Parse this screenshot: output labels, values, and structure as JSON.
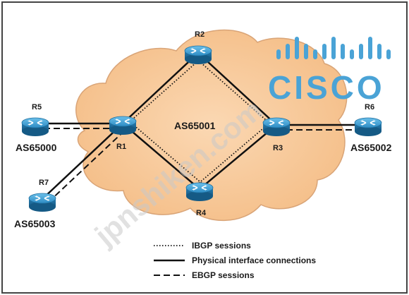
{
  "colors": {
    "cloud_fill": "#f8c99c",
    "cloud_stroke": "#d9a477",
    "router_fill": "#3a9ad0",
    "router_dark": "#1e6f9f",
    "cisco_blue": "#4aa3d6",
    "border": "#555555"
  },
  "routers": {
    "r1": {
      "name": "R1"
    },
    "r2": {
      "name": "R2"
    },
    "r3": {
      "name": "R3"
    },
    "r4": {
      "name": "R4"
    },
    "r5": {
      "name": "R5"
    },
    "r6": {
      "name": "R6"
    },
    "r7": {
      "name": "R7"
    }
  },
  "as_labels": {
    "core": "AS65001",
    "r5_as": "AS65000",
    "r6_as": "AS65002",
    "r7_as": "AS65003"
  },
  "legend": {
    "ibgp": "IBGP sessions",
    "physical": "Physical interface connections",
    "ebgp": "EBGP sessions"
  },
  "logo": {
    "text": "CISCO"
  },
  "watermark": {
    "text": "jpnshiken.com"
  }
}
